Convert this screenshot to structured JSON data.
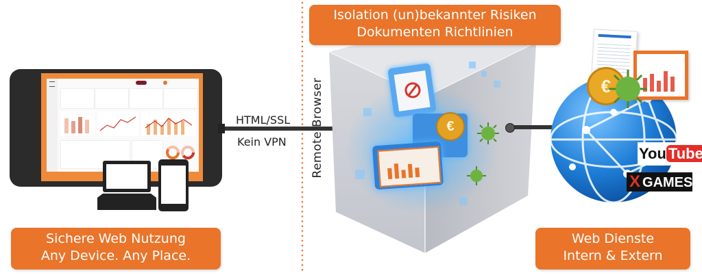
{
  "top_banner": {
    "line1": "Isolation (un)bekannter Risiken",
    "line2": "Dokumenten Richtlinien"
  },
  "left_banner": {
    "line1": "Sichere Web Nutzung",
    "line2": "Any Device. Any Place."
  },
  "right_banner": {
    "line1": "Web Dienste",
    "line2": "Intern & Extern"
  },
  "connector": {
    "protocol": "HTML/SSL",
    "vpn": "Kein VPN"
  },
  "vertical_label": "Remote Browser",
  "logos": {
    "youtube_a": "You",
    "youtube_b": "Tube",
    "xgames_mark": "X",
    "xgames_text": "GAMES",
    "euro": "€"
  },
  "colors": {
    "orange": "#e9742a",
    "globe": "#1f7fd8",
    "virus": "#6db33f",
    "cube": "#c9ccd3",
    "dark_device": "#2b2b2b"
  }
}
